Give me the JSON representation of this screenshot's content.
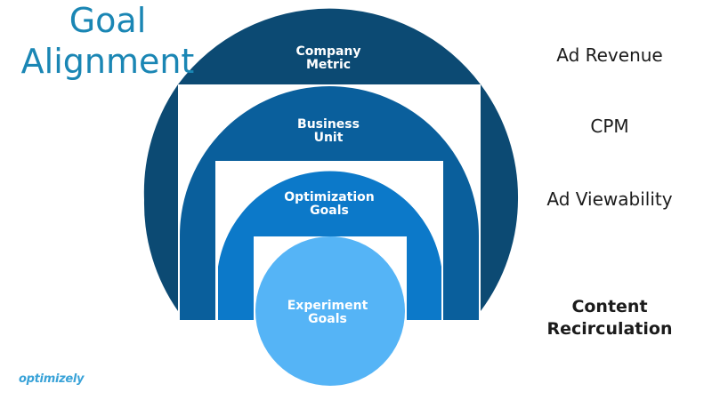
{
  "title": {
    "line1": "Goal",
    "line2": "Alignment"
  },
  "rings": [
    {
      "id": "company-metric",
      "line1": "Company",
      "line2": "Metric",
      "color": "#0c4a73"
    },
    {
      "id": "business-unit",
      "line1": "Business",
      "line2": "Unit",
      "color": "#0a5f9c"
    },
    {
      "id": "optimization-goals",
      "line1": "Optimization",
      "line2": "Goals",
      "color": "#0c79c9"
    },
    {
      "id": "experiment-goals",
      "line1": "Experiment",
      "line2": "Goals",
      "color": "#55b4f6"
    }
  ],
  "labels": {
    "ad_revenue": "Ad Revenue",
    "cpm": "CPM",
    "ad_viewability": "Ad Viewability",
    "content_line1": "Content",
    "content_line2": "Recirculation"
  },
  "logo": {
    "text": "optimizely",
    "color": "#3aa3d8"
  },
  "colors": {
    "title": "#1a86b4",
    "label_text": "#1b1b1b",
    "background": "#ffffff"
  }
}
